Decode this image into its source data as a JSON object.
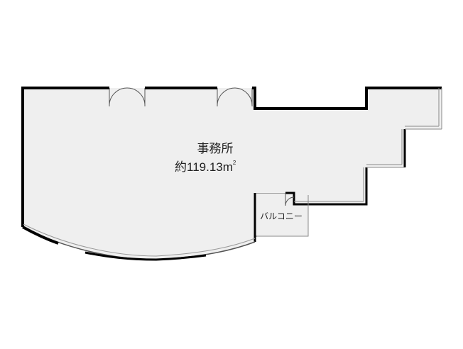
{
  "floor_plan": {
    "office": {
      "name": "事務所",
      "area_prefix": "約",
      "area_value": "119.13",
      "area_unit": "m",
      "area_unit_sup": "2"
    },
    "balcony": {
      "name": "バルコニー"
    }
  },
  "colors": {
    "floor": "#efefef",
    "wall": "#000000",
    "window": "#8a8a8a",
    "background": "#ffffff"
  }
}
